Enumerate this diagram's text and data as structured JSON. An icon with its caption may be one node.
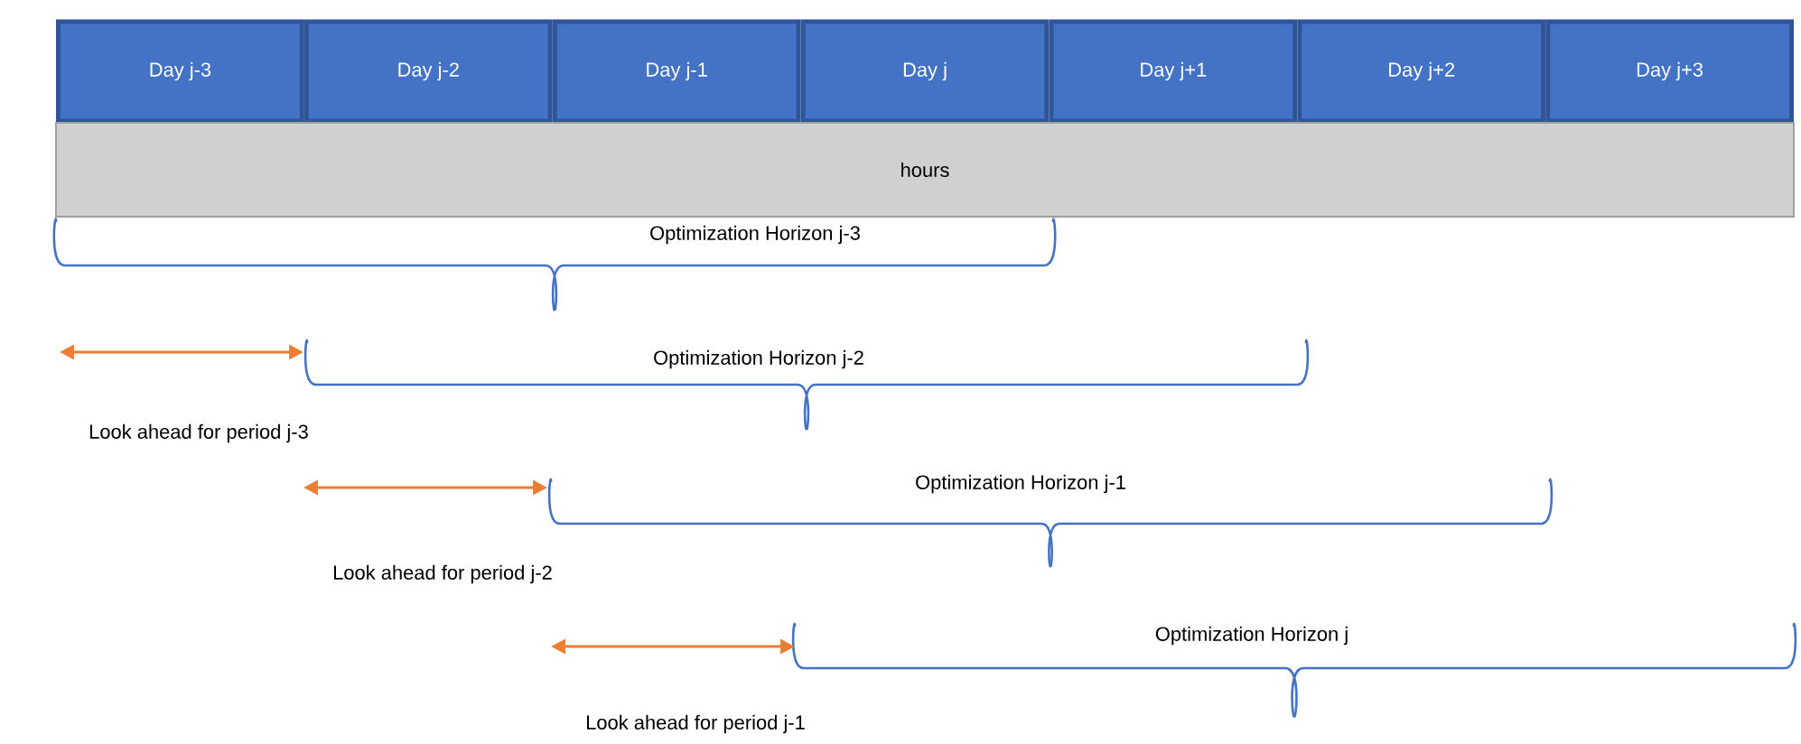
{
  "diagram": {
    "nodes": [
      {
        "text": [
          "Day j-3"
        ]
      },
      {
        "text": [
          "Day j-2"
        ]
      },
      {
        "text": [
          "Day j-1"
        ]
      },
      {
        "text": [
          "Day j"
        ]
      },
      {
        "text": [
          "Day j+1"
        ]
      },
      {
        "text": [
          "Day j+2"
        ]
      },
      {
        "text": [
          "Day j+3"
        ]
      },
      {
        "text": [
          "hours"
        ]
      }
    ],
    "labels": [
      "Optimization Horizon j-3",
      "Optimization Horizon j-2",
      "Look ahead for period j-3",
      "Optimization Horizon j-1",
      "Look ahead for period j-2",
      "Optimization Horizon j",
      "Look ahead for period j-1"
    ]
  }
}
